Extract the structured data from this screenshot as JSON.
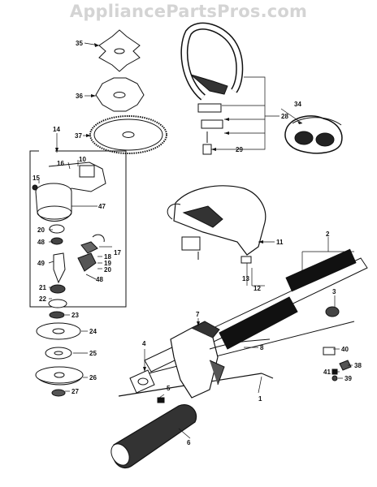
{
  "watermark": "AppliancePartsPros.com",
  "callouts": {
    "c35": "35",
    "c36": "36",
    "c37": "37",
    "c14": "14",
    "c16": "16",
    "c10": "10",
    "c15": "15",
    "c47": "47",
    "c20a": "20",
    "c48a": "48",
    "c17": "17",
    "c18": "18",
    "c19": "19",
    "c20b": "20",
    "c48b": "48",
    "c49": "49",
    "c21": "21",
    "c22": "22",
    "c23": "23",
    "c24": "24",
    "c25": "25",
    "c26": "26",
    "c27": "27",
    "c34": "34",
    "c28": "28",
    "c29": "29",
    "c11": "11",
    "c2": "2",
    "c13": "13",
    "c12": "12",
    "c3": "3",
    "c7": "7",
    "c8": "8",
    "c4": "4",
    "c5": "5",
    "c40": "40",
    "c38": "38",
    "c41": "41",
    "c39": "39",
    "c1": "1",
    "c6": "6"
  }
}
